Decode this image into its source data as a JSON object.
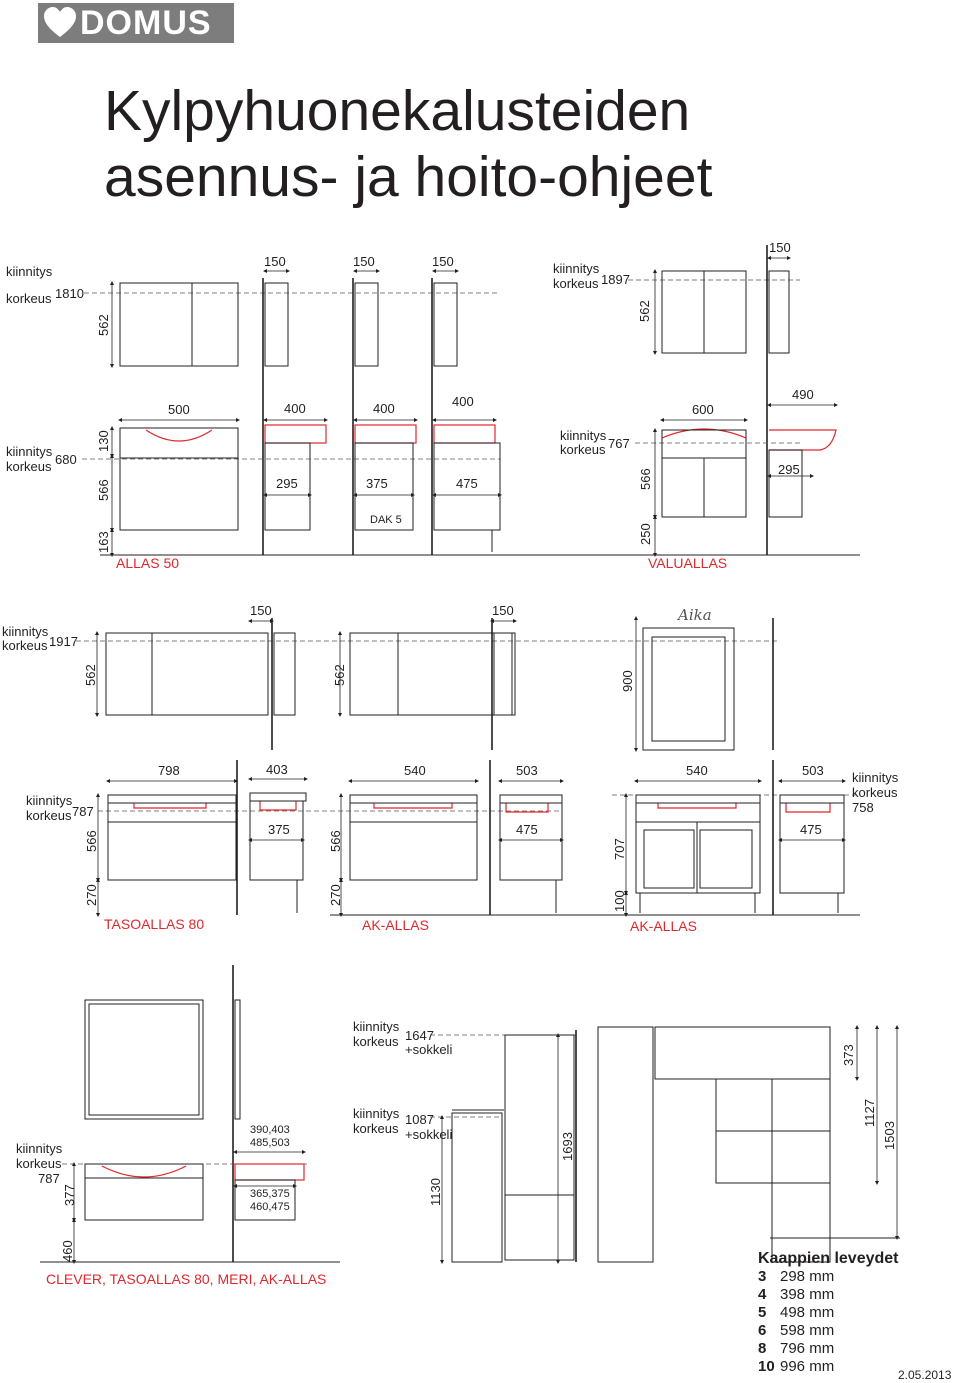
{
  "header": {
    "brand": "DOMUS",
    "title_line1": "Kylpyhuonekalusteiden",
    "title_line2": "asennus- ja hoito-ohjeet"
  },
  "labels": {
    "kiinnitys": "kiinnitys",
    "korkeus": "korkeus",
    "sokkeli": "+sokkeli"
  },
  "section1": {
    "height_left": "1810",
    "height_right": "1897",
    "cab_h": "562",
    "widths": [
      "150",
      "150",
      "150",
      "150"
    ]
  },
  "section2": {
    "height_left": "680",
    "height_right": "767",
    "h130": "130",
    "h566": "566",
    "h163": "163",
    "h250": "250",
    "top_widths": [
      "500",
      "400",
      "400",
      "400",
      "600",
      "490"
    ],
    "depths": [
      "295",
      "375",
      "475",
      "295"
    ],
    "dak": "DAK 5",
    "name_left": "ALLAS 50",
    "name_right": "VALUALLAS"
  },
  "section3": {
    "height": "1917",
    "widths": [
      "150",
      "150"
    ],
    "h562": "562",
    "h900": "900",
    "mirror_name": "Aika"
  },
  "section4": {
    "height_left": "787",
    "height_right": "758",
    "top_widths": [
      "798",
      "403",
      "540",
      "503",
      "540",
      "503"
    ],
    "depths": [
      "375",
      "475",
      "475"
    ],
    "h566": "566",
    "h270": "270",
    "h707": "707",
    "h100": "100",
    "names": [
      "TASOALLAS 80",
      "AK-ALLAS",
      "AK-ALLAS"
    ]
  },
  "section5": {
    "height_left": "787",
    "height_tall": "1647",
    "height_mid": "1087",
    "h377": "377",
    "h460": "460",
    "widths_top_1": "390,403",
    "widths_top_2": "485,503",
    "depths_1": "365,375",
    "depths_2": "460,475",
    "h1130": "1130",
    "h1693": "1693",
    "h373": "373",
    "h1127": "1127",
    "h1503": "1503",
    "name": "CLEVER, TASOALLAS 80, MERI, AK-ALLAS"
  },
  "legend": {
    "title": "Kaappien leveydet",
    "rows": [
      {
        "n": "3",
        "w": "298 mm"
      },
      {
        "n": "4",
        "w": "398 mm"
      },
      {
        "n": "5",
        "w": "498 mm"
      },
      {
        "n": "6",
        "w": "598 mm"
      },
      {
        "n": "8",
        "w": "796 mm"
      },
      {
        "n": "10",
        "w": "996 mm"
      }
    ]
  },
  "footer": {
    "date": "2.05.2013"
  },
  "colors": {
    "accent_red": "#e0272c",
    "logo_grey": "#7d7d7d",
    "ink": "#231f20"
  }
}
